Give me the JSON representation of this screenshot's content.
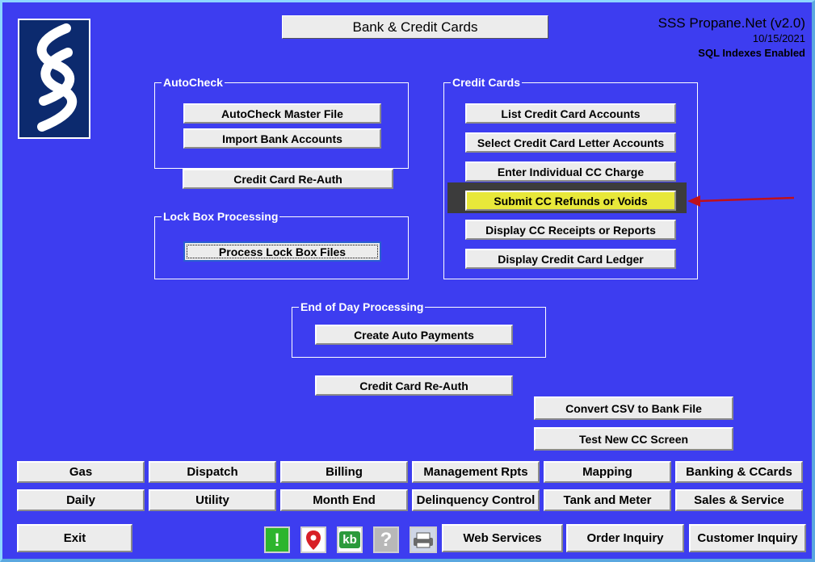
{
  "header": {
    "title": "Bank & Credit Cards",
    "app_name": "SSS Propane.Net (v2.0)",
    "date": "10/15/2021",
    "sql_status": "SQL Indexes Enabled"
  },
  "groups": {
    "autocheck": {
      "label": "AutoCheck",
      "buttons": [
        "AutoCheck Master File",
        "Import Bank Accounts"
      ]
    },
    "reauth_left": "Credit Card Re-Auth",
    "lockbox": {
      "label": "Lock Box Processing",
      "buttons": [
        "Process Lock Box Files"
      ]
    },
    "credit_cards": {
      "label": "Credit Cards",
      "buttons": [
        "List Credit Card Accounts",
        "Select Credit Card Letter Accounts",
        "Enter Individual CC Charge",
        "Submit CC Refunds or Voids",
        "Display CC Receipts or Reports",
        "Display Credit Card Ledger"
      ]
    },
    "end_of_day": {
      "label": "End of Day Processing",
      "buttons": [
        "Create Auto Payments"
      ]
    }
  },
  "extra_buttons": {
    "reauth_center": "Credit Card Re-Auth",
    "convert_csv": "Convert CSV to Bank File",
    "test_cc": "Test New CC Screen"
  },
  "nav_row1": [
    "Gas",
    "Dispatch",
    "Billing",
    "Management Rpts",
    "Mapping",
    "Banking & CCards"
  ],
  "nav_row2": [
    "Daily",
    "Utility",
    "Month End",
    "Delinquency Control",
    "Tank and Meter",
    "Sales & Service"
  ],
  "bottom": {
    "exit": "Exit",
    "icons": [
      "alert-icon",
      "map-pin-icon",
      "kb-icon",
      "help-icon",
      "printer-icon"
    ],
    "kb_text": "kb",
    "alert_text": "!",
    "help_text": "?",
    "web_services": "Web Services",
    "order_inquiry": "Order Inquiry",
    "customer_inquiry": "Customer Inquiry"
  },
  "colors": {
    "background": "#3d3df0",
    "highlight": "#e8e83a",
    "arrow": "#c0101a",
    "alert_green": "#2db52d",
    "pin_red": "#d81f26",
    "kb_green": "#2b9a3c"
  }
}
